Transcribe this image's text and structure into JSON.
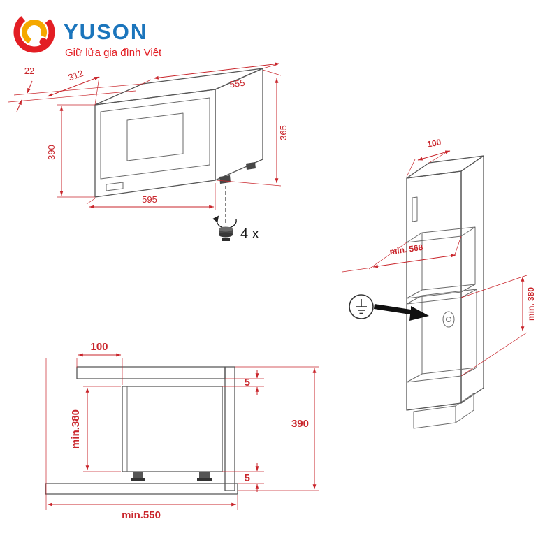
{
  "brand": {
    "name": "YUSON",
    "tagline": "Giữ lửa gia đình Việt"
  },
  "perspective_view": {
    "dim_flange": "22",
    "dim_depth": "312",
    "dim_width_top": "555",
    "dim_height_front": "390",
    "dim_height_side": "365",
    "dim_width_bottom": "595",
    "feet_label": "4 x"
  },
  "cabinet_view": {
    "dim_top_depth": "100",
    "dim_niche_width": "min. 568",
    "dim_niche_height": "min. 380"
  },
  "section_view": {
    "dim_setback": "100",
    "dim_niche_interior": "min.380",
    "dim_gap_top": "5",
    "dim_total_height": "390",
    "dim_gap_bottom": "5",
    "dim_niche_depth": "min.550"
  },
  "colors": {
    "dimension_red": "#c9252b",
    "outline_gray": "#565656",
    "brand_blue": "#1b75bc",
    "brand_red": "#e31e24",
    "brand_yellow": "#f5a800",
    "background": "#ffffff"
  }
}
